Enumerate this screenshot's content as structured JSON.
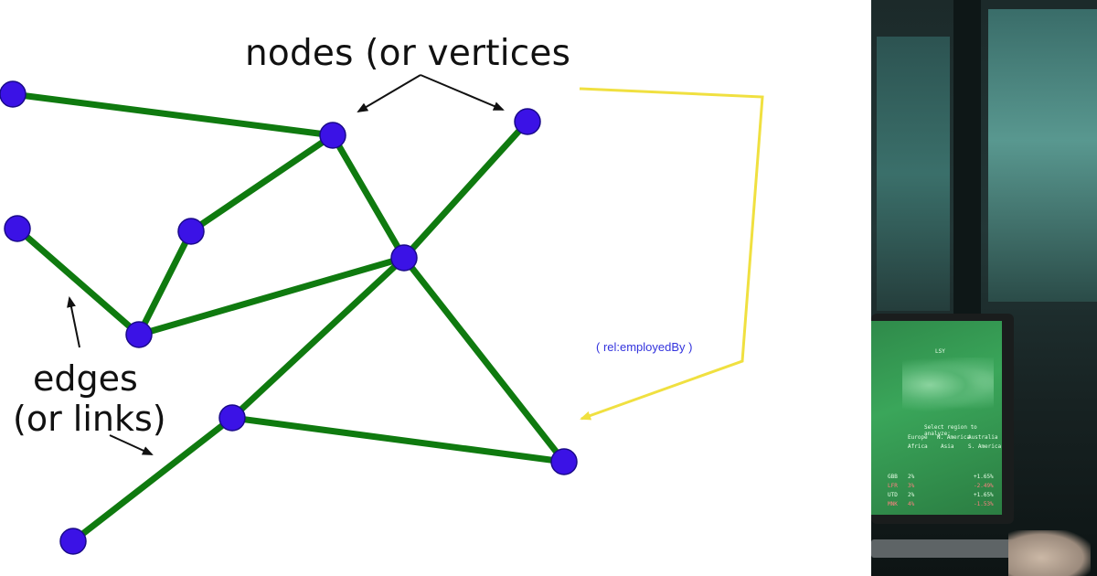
{
  "diagram": {
    "nodes_label": "nodes (or vertices",
    "edges_label_line1": "edges",
    "edges_label_line2": "(or links)",
    "relation_label": "( rel:employedBy )",
    "colors": {
      "node_fill": "#3b12e6",
      "node_stroke": "#1a0a8a",
      "edge": "#0f7a0f",
      "annotation_arrow": "#111111",
      "relation_arrow": "#f0e040",
      "relation_text": "#3333dd"
    }
  },
  "photo": {
    "description_icon": "laptop-photo",
    "screen_texts": {
      "panel_title": "LSY",
      "select_prompt": "Select region to analyze:",
      "regions": [
        "Europe",
        "N. America",
        "Australia",
        "Africa",
        "Asia",
        "S. America"
      ],
      "tickers": [
        {
          "code": "GBB",
          "pct": "2%",
          "change": "+1.65%"
        },
        {
          "code": "LFR",
          "pct": "3%",
          "change": "-2.49%"
        },
        {
          "code": "UTD",
          "pct": "2%",
          "change": "+1.65%"
        },
        {
          "code": "MNK",
          "pct": "4%",
          "change": "-1.53%"
        }
      ]
    }
  }
}
